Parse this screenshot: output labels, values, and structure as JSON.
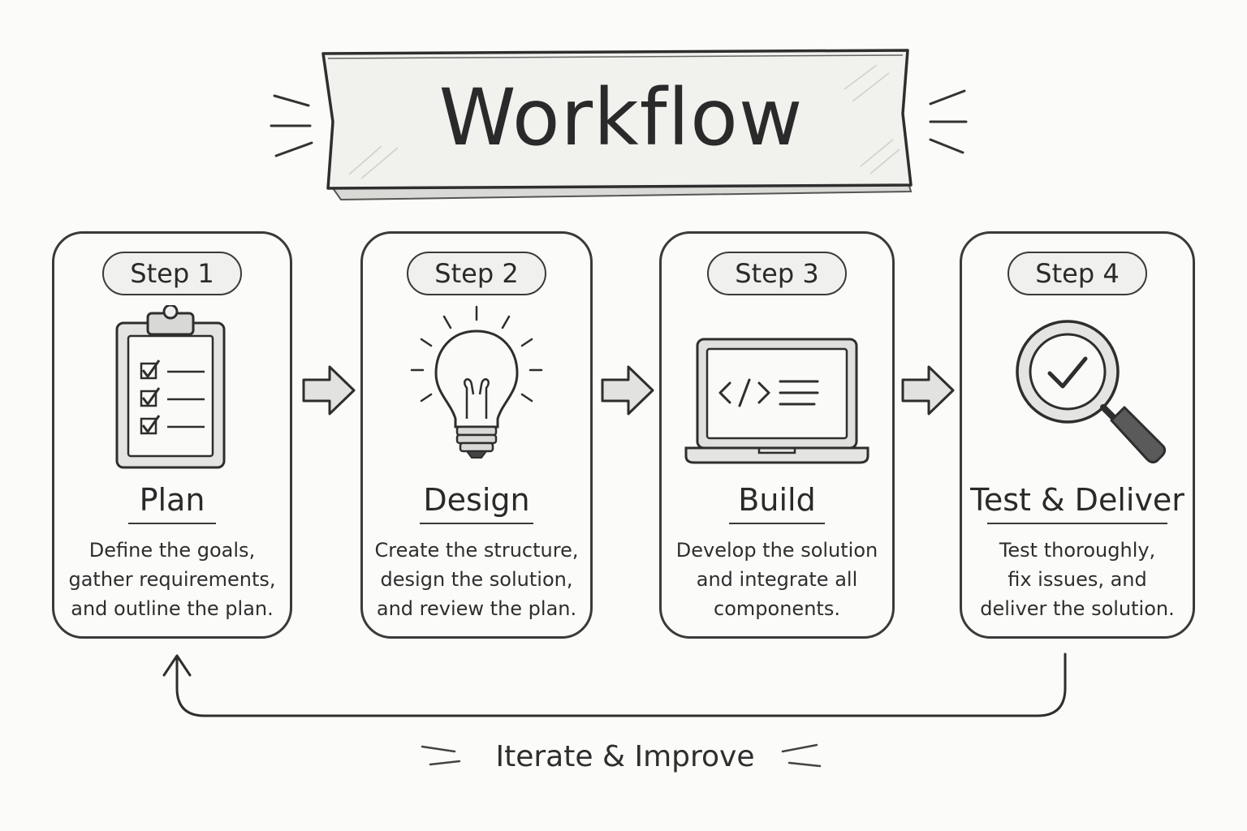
{
  "title": "Workflow",
  "steps": [
    {
      "badge": "Step 1",
      "title": "Plan",
      "desc_lines": [
        "Define the goals,",
        "gather requirements,",
        "and outline the plan."
      ],
      "icon": "clipboard-checklist-icon"
    },
    {
      "badge": "Step 2",
      "title": "Design",
      "desc_lines": [
        "Create the structure,",
        "design the solution,",
        "and review the plan."
      ],
      "icon": "lightbulb-icon"
    },
    {
      "badge": "Step 3",
      "title": "Build",
      "desc_lines": [
        "Develop the solution",
        "and integrate all",
        "components."
      ],
      "icon": "laptop-code-icon"
    },
    {
      "badge": "Step 4",
      "title": "Test & Deliver",
      "desc_lines": [
        "Test thoroughly,",
        "fix issues, and",
        "deliver the solution."
      ],
      "icon": "magnifier-check-icon"
    }
  ],
  "loop": {
    "label": "Iterate & Improve"
  },
  "colors": {
    "ink": "#2b2b2b",
    "paper": "#fbfbf9",
    "fill": "#e6e6e4"
  }
}
